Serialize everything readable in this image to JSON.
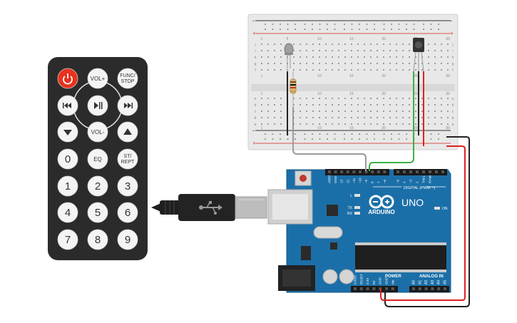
{
  "remote": {
    "rows": [
      [
        {
          "label": "",
          "icon": "power-icon",
          "kind": "power"
        },
        {
          "label": "VOL+",
          "kind": "text"
        },
        {
          "label": "FUNC/ STOP",
          "kind": "text2"
        }
      ],
      [
        {
          "label": "",
          "icon": "rewind-icon",
          "kind": "glyph"
        },
        {
          "label": "",
          "icon": "play-pause-icon",
          "kind": "glyph"
        },
        {
          "label": "",
          "icon": "fast-forward-icon",
          "kind": "glyph"
        }
      ],
      [
        {
          "label": "",
          "icon": "down-arrow-icon",
          "kind": "glyph"
        },
        {
          "label": "VOL-",
          "kind": "text"
        },
        {
          "label": "",
          "icon": "up-arrow-icon",
          "kind": "glyph"
        }
      ],
      [
        {
          "label": "0",
          "kind": "num"
        },
        {
          "label": "EQ",
          "kind": "text"
        },
        {
          "label": "ST/ REPT",
          "kind": "text2"
        }
      ],
      [
        {
          "label": "1",
          "kind": "num"
        },
        {
          "label": "2",
          "kind": "num"
        },
        {
          "label": "3",
          "kind": "num"
        }
      ],
      [
        {
          "label": "4",
          "kind": "num"
        },
        {
          "label": "5",
          "kind": "num"
        },
        {
          "label": "6",
          "kind": "num"
        }
      ],
      [
        {
          "label": "7",
          "kind": "num"
        },
        {
          "label": "8",
          "kind": "num"
        },
        {
          "label": "9",
          "kind": "num"
        }
      ]
    ],
    "body_color": "#2b2b2b",
    "power_color": "#e8321e"
  },
  "usb_cable": {
    "icon": "usb-icon",
    "color": "#1f1f1f"
  },
  "breadboard": {
    "rail_marks": {
      "minus": "-",
      "plus": "+"
    },
    "column_numbers": [
      "1",
      "5",
      "10",
      "15",
      "20",
      "25",
      "30"
    ],
    "row_letters_top": [
      "j",
      "i",
      "h",
      "g",
      "f"
    ],
    "row_letters_bottom": [
      "e",
      "d",
      "c",
      "b",
      "a"
    ],
    "colors": {
      "body": "#e6e6e6",
      "red_line": "#d9534f",
      "black_line": "#333333"
    }
  },
  "components": {
    "led": "led-icon",
    "resistor": "resistor-icon",
    "ir_receiver": "ir-receiver-icon"
  },
  "wires": {
    "colors": {
      "gray": "#9a9a9a",
      "green": "#3cb043",
      "red": "#e02020",
      "black": "#222222"
    }
  },
  "arduino": {
    "board_color": "#1b6fa8",
    "logo": "infinity-logo-icon",
    "brand": "ARDUINO",
    "model": "UNO",
    "digital_label": "DIGITAL (PWM ~)",
    "power_label": "POWER",
    "analog_label": "ANALOG IN",
    "on_label": "ON",
    "led_labels": [
      "L",
      "TX",
      "RX"
    ],
    "digital_pins": [
      "AREF",
      "GND",
      "13",
      "12",
      "~11",
      "~10",
      "~9",
      "8",
      "7",
      "~6",
      "~5",
      "4",
      "~3",
      "2",
      "TX▸1",
      "RX◂0"
    ],
    "power_pins": [
      "IOREF",
      "RESET",
      "3.3V",
      "5V",
      "GND",
      "GND",
      "Vin"
    ],
    "analog_pins": [
      "A0",
      "A1",
      "A2",
      "A3",
      "A4",
      "A5"
    ]
  }
}
